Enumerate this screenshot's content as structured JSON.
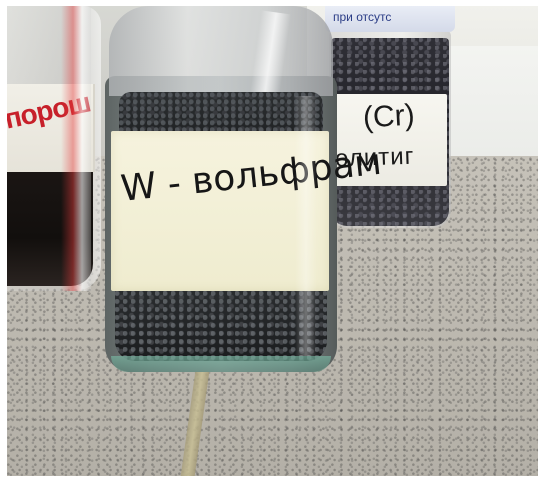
{
  "photo": {
    "description_kind": "photo of chemical sample jars on a lab countertop"
  },
  "jars": {
    "main": {
      "label_text": "W - вольфрам"
    },
    "back_right": {
      "cap_text": "при отсутс",
      "label_line1": "(Cr)",
      "label_line2": "олитиг"
    },
    "left": {
      "label_text": "порош"
    }
  },
  "colors": {
    "left_label_text": "#c7202a",
    "back_cap_text": "#2b3d86",
    "main_label_bg": "#f6f3de"
  }
}
